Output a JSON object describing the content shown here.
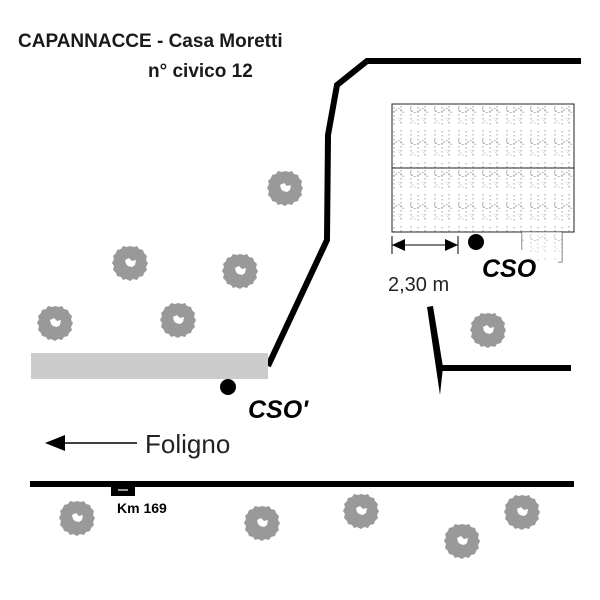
{
  "title": {
    "line1": "CAPANNACCE - Casa  Moretti",
    "line2": "n°  civico  12"
  },
  "labels": {
    "cso": "CSO",
    "cso_prime": "CSO'",
    "dimension": "2,30 m",
    "direction": "Foligno",
    "km_marker": "Km 169"
  },
  "colors": {
    "road_line": "#000000",
    "bush": "#999999",
    "pavement": "#cccccc",
    "building_hatch": "#666666"
  },
  "icons": {
    "bush": "bush-icon",
    "manhole": "manhole-dot-icon",
    "arrow": "arrow-left-icon",
    "dimension": "dimension-arrow-icon",
    "km_marker": "km-marker-icon"
  }
}
